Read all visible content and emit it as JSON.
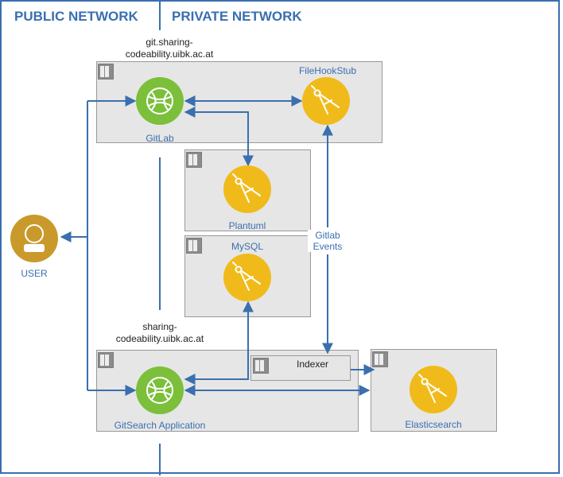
{
  "zones": {
    "public": "PUBLIC NETWORK",
    "private": "PRIVATE NETWORK"
  },
  "hosts": {
    "gitlab_line1": "git.sharing-",
    "gitlab_line2": "codeability.uibk.ac.at",
    "gitsearch_line1": "sharing-",
    "gitsearch_line2": "codeability.uibk.ac.at"
  },
  "nodes": {
    "gitlab": "GitLab",
    "filehookstub": "FileHookStub",
    "plantuml": "Plantuml",
    "mysql": "MySQL",
    "indexer": "Indexer",
    "gitsearch": "GitSearch Application",
    "elasticsearch": "Elasticsearch",
    "user": "USER"
  },
  "edges": {
    "gitlab_events_line1": "Gitlab",
    "gitlab_events_line2": "Events"
  },
  "colors": {
    "line": "#3a6fb0",
    "globe": "#7bbf3b",
    "tool": "#f0bb1a",
    "user": "#c99a2b",
    "box": "#e6e6e6"
  },
  "icons": {
    "globe": "globe-icon",
    "tool": "compass-tool-icon",
    "user": "user-icon",
    "server": "server-icon"
  }
}
